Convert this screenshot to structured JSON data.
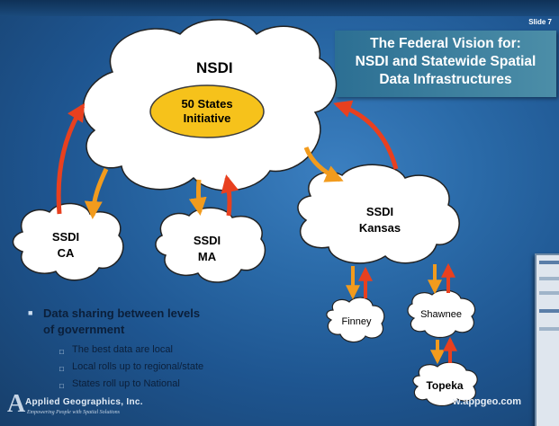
{
  "slide": {
    "number": "Slide 7"
  },
  "title": {
    "text": "The Federal Vision for:\nNSDI and Statewide Spatial\nData Infrastructures"
  },
  "diagram": {
    "nsdi": "NSDI",
    "initiative_line1": "50 States",
    "initiative_line2": "Initiative",
    "ssdi_ca_line1": "SSDI",
    "ssdi_ca_line2": "CA",
    "ssdi_ma_line1": "SSDI",
    "ssdi_ma_line2": "MA",
    "ssdi_ks_line1": "SSDI",
    "ssdi_ks_line2": "Kansas",
    "finney": "Finney",
    "shawnee": "Shawnee",
    "topeka": "Topeka"
  },
  "bullets": {
    "main": "Data sharing between levels\nof government",
    "sub": [
      "The best data are local",
      "Local rolls up to regional/state",
      "States roll up to National"
    ]
  },
  "footer": {
    "company": "Applied Geographics, Inc.",
    "tagline": "Empowering People with Spatial Solutions",
    "url": "w.appgeo.com"
  },
  "colors": {
    "arrow_up": "#e8401f",
    "arrow_down": "#f29b1d",
    "ellipse_fill": "#f6c21b"
  }
}
